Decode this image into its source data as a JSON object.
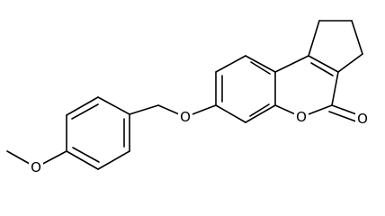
{
  "structure": {
    "atoms": {
      "ether_oxygen": "O",
      "ring_oxygen": "O",
      "carbonyl_oxygen": "O",
      "methoxy_oxygen": "O"
    },
    "colors": {
      "bond": "#000000",
      "background": "#ffffff"
    }
  }
}
